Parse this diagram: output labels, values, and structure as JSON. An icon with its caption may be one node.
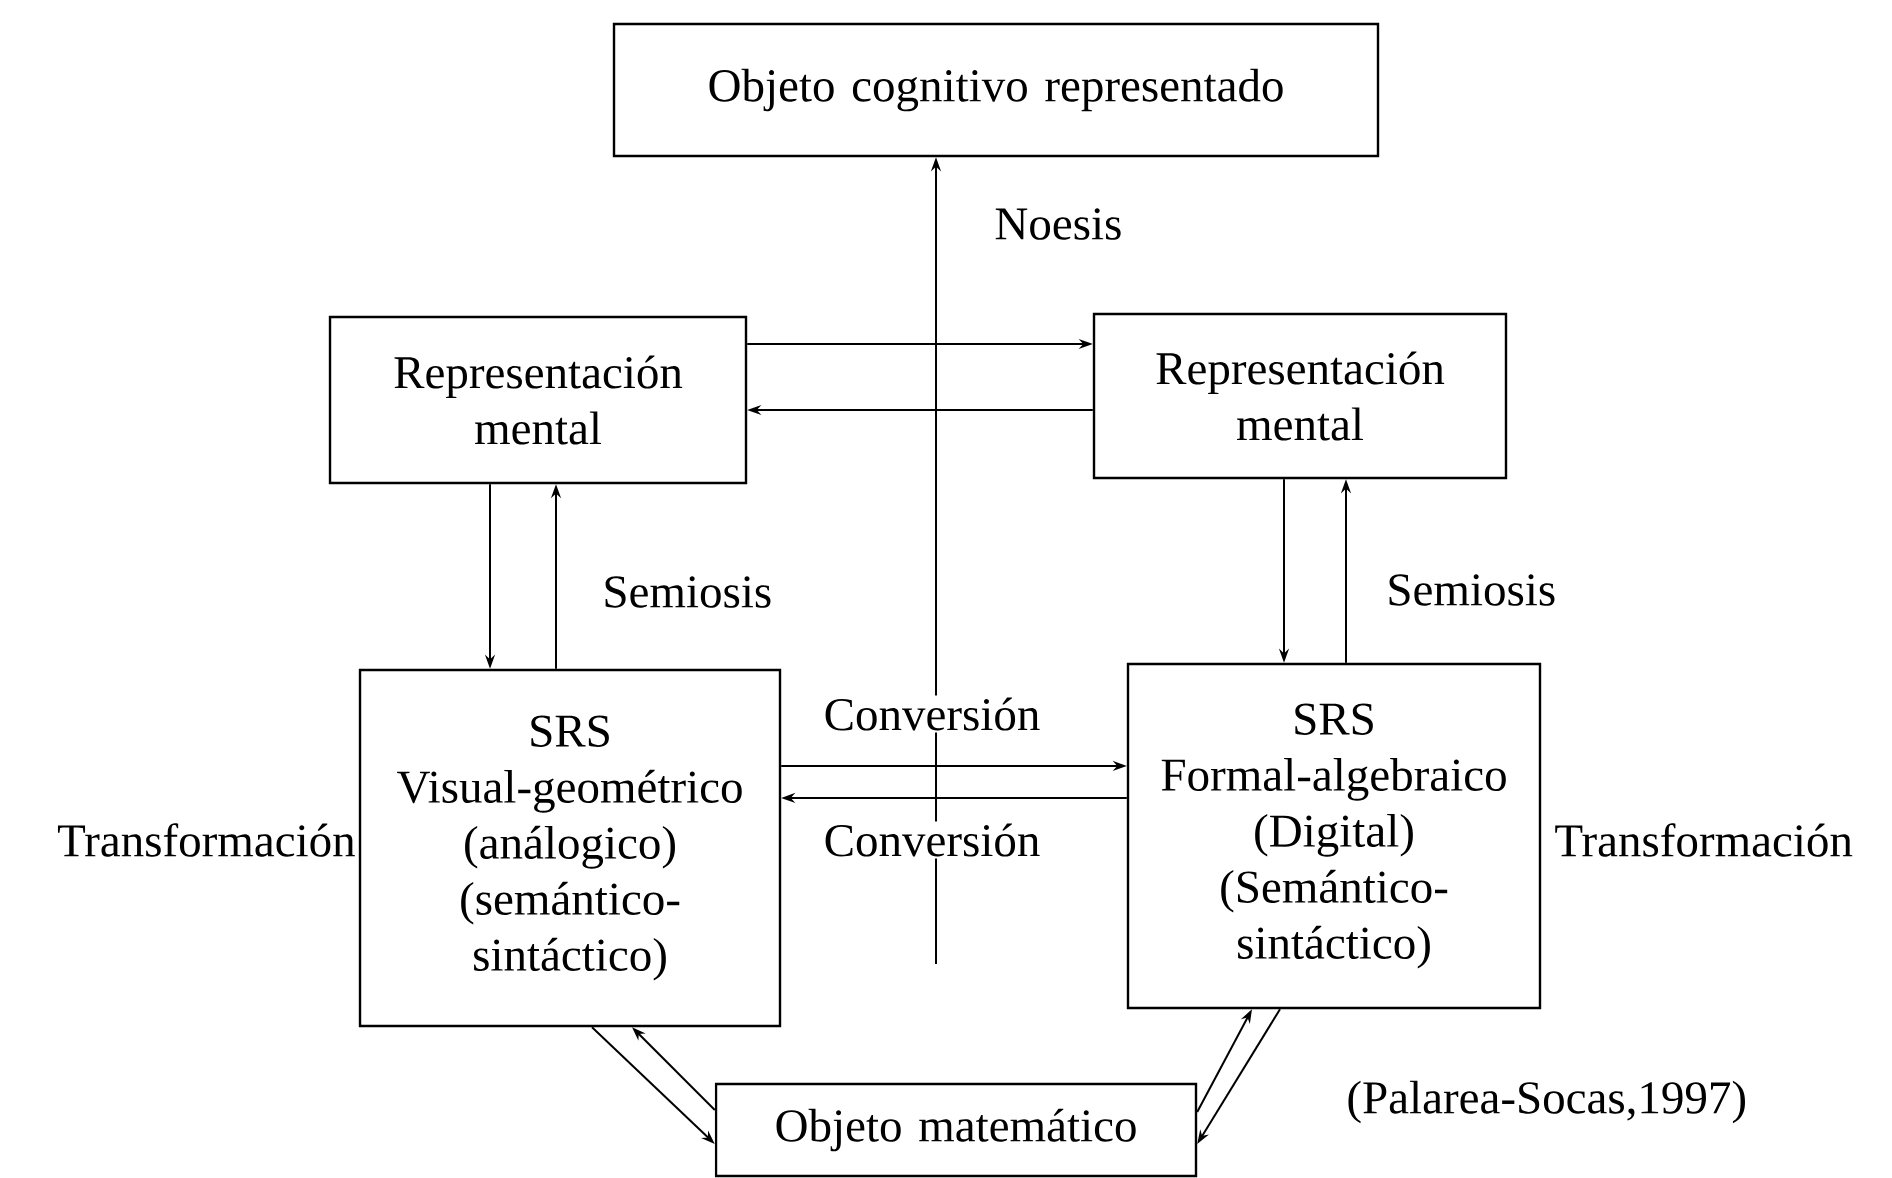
{
  "diagram": {
    "nodes": [
      {
        "text": [
          "Objeto cognitivo representado"
        ]
      },
      {
        "text": [
          "Representación mental"
        ]
      },
      {
        "text": [
          "Representación mental"
        ]
      },
      {
        "text": [
          "SRS",
          "Visual-geométrico (análogico) (semántico-sintáctico)"
        ],
        "beside": [
          "Transformación"
        ]
      },
      {
        "text": [
          "SRS",
          "Formal-algebraico (Digital) (Semántico-sintáctico)"
        ],
        "beside": [
          "Transformación"
        ]
      },
      {
        "text": [
          "Objeto matemático"
        ]
      }
    ],
    "edges": [
      {
        "from": null,
        "to": 0,
        "arrow": "to",
        "label": "Noesis"
      },
      {
        "from": 1,
        "to": 2,
        "arrow": "to"
      },
      {
        "from": 2,
        "to": 1,
        "arrow": "to"
      },
      {
        "from": 1,
        "to": 3,
        "arrow": "to"
      },
      {
        "from": 3,
        "to": 1,
        "arrow": "to",
        "label": "Semiosis"
      },
      {
        "from": 2,
        "to": 4,
        "arrow": "to"
      },
      {
        "from": 4,
        "to": 2,
        "arrow": "to",
        "label": "Semiosis"
      },
      {
        "from": 3,
        "to": 4,
        "arrow": "to",
        "label": "Conversión"
      },
      {
        "from": 4,
        "to": 3,
        "arrow": "to",
        "label": "Conversión"
      },
      {
        "from": 3,
        "to": 5,
        "arrow": "to"
      },
      {
        "from": 5,
        "to": 3,
        "arrow": "to"
      },
      {
        "from": 4,
        "to": 5,
        "arrow": "to"
      },
      {
        "from": 5,
        "to": 4,
        "arrow": "to"
      }
    ],
    "labels": [
      "(Palarea-Socas,1997)"
    ]
  }
}
